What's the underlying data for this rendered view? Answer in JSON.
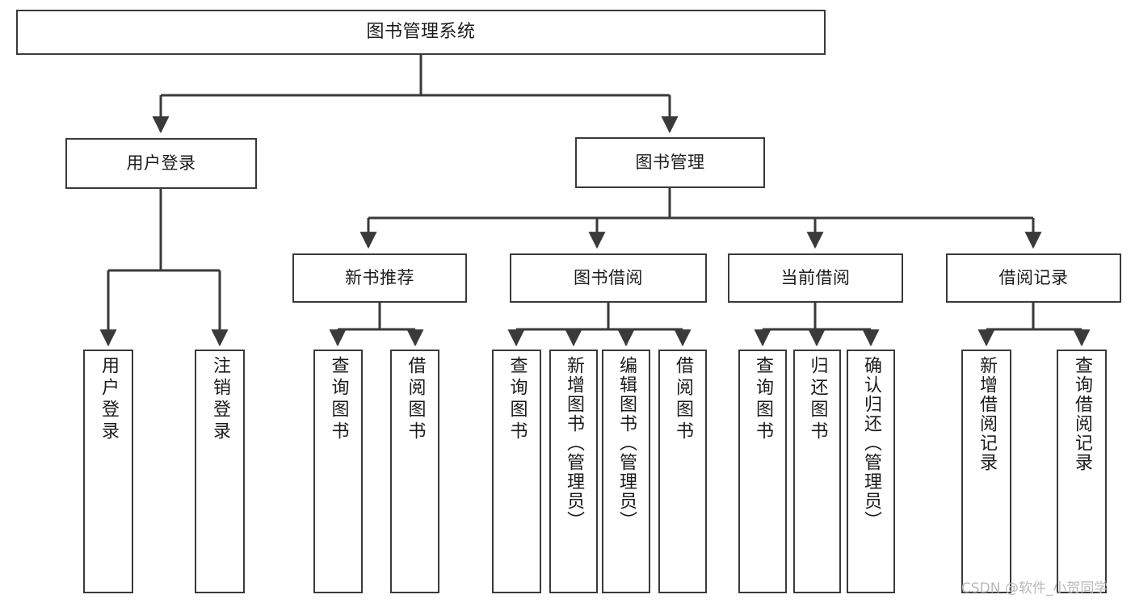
{
  "diagram": {
    "title": "图书管理系统",
    "type": "功能结构图",
    "root": {
      "label": "图书管理系统"
    },
    "level2": [
      {
        "label": "用户登录"
      },
      {
        "label": "图书管理"
      }
    ],
    "level3": [
      {
        "label": "新书推荐"
      },
      {
        "label": "图书借阅"
      },
      {
        "label": "当前借阅"
      },
      {
        "label": "借阅记录"
      }
    ],
    "leaves": {
      "user_login": [
        {
          "label": "用户登录"
        },
        {
          "label": "注销登录"
        }
      ],
      "new_book": [
        {
          "label": "查询图书"
        },
        {
          "label": "借阅图书"
        }
      ],
      "book_borrow": [
        {
          "label": "查询图书"
        },
        {
          "label": "新增图书（管理员）"
        },
        {
          "label": "编辑图书（管理员）"
        },
        {
          "label": "借阅图书"
        }
      ],
      "current_borrow": [
        {
          "label": "查询图书"
        },
        {
          "label": "归还图书"
        },
        {
          "label": "确认归还（管理员）"
        }
      ],
      "borrow_record": [
        {
          "label": "新增借阅记录"
        },
        {
          "label": "查询借阅记录"
        }
      ]
    }
  },
  "watermark": {
    "text": "CSDN @软件_小贺同学"
  },
  "colors": {
    "stroke": "#3a3a3a",
    "box_fill": "#ffffff",
    "text": "#1b1b1b",
    "watermark": "#b9b9b9",
    "background": "#ffffff"
  }
}
